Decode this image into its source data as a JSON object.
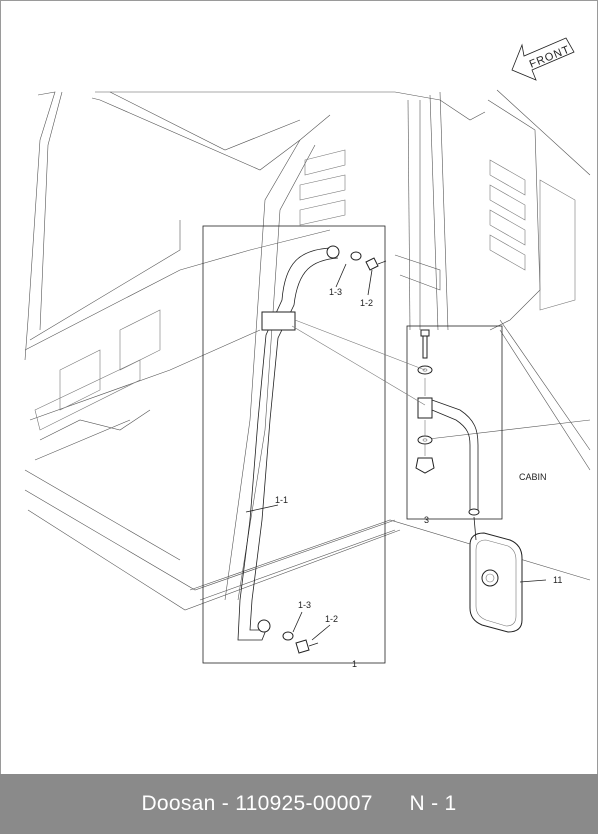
{
  "diagram": {
    "orientation_label": "FRONT",
    "area_label": "CABIN",
    "callouts": {
      "assembly_1": "1",
      "tube": "1-1",
      "bolt_top": "1-2",
      "washer_top": "1-3",
      "bolt_bottom": "1-2",
      "washer_bottom": "1-3",
      "bracket_assembly": "3",
      "mirror": "11"
    }
  },
  "footer": {
    "brand": "Doosan",
    "separator": " - ",
    "part_number": "110925-00007",
    "page": "N - 1"
  }
}
